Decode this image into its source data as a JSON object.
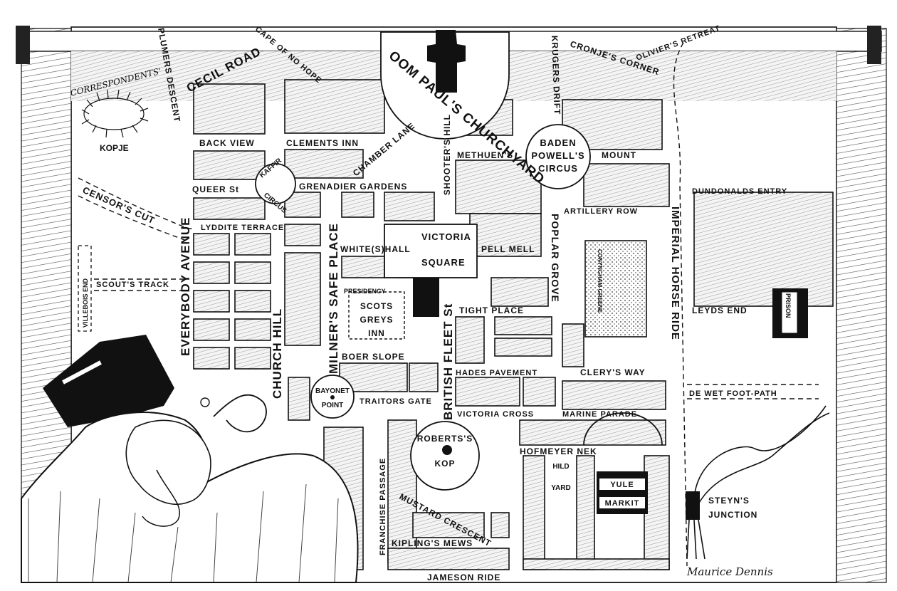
{
  "map": {
    "signature": "Maurice Dennis",
    "streets": {
      "plumers_descent": "PLUMERS DESCENT",
      "cecil_road": "CECIL ROAD",
      "cape_of_no_hope": "CAPE OF NO HOPE",
      "oom_pauls_churchyard": "OOM PAUL'S CHURCHYARD",
      "krugers_drift": "KRUGERS DRIFT",
      "cronjes_corner": "CRONJE'S CORNER",
      "oliviers_retreat": "OLIVIER'S RETREAT",
      "correspondents_kopje_1": "CORRESPONDENTS'",
      "correspondents_kopje_2": "KOPJE",
      "back_view": "BACK VIEW",
      "clements_inn": "CLEMENTS INN",
      "chamber_lane": "CHAMBER LANE",
      "shooters_hill": "SHOOTER'S HILL",
      "methuens_mount_1": "METHUEN'S",
      "methuens_mount_2": "MOUNT",
      "baden_1": "BADEN",
      "baden_2": "POWELL'S",
      "baden_3": "CIRCUS",
      "kaffir_circus_1": "KAFFIR",
      "kaffir_circus_2": "CIRCUS",
      "queer_st": "QUEER St",
      "grenadier_gardens": "GRENADIER GARDENS",
      "censors_cut": "CENSOR'S CUT",
      "lyddite_terrace": "LYDDITE TERRACE",
      "dundonalds_entry": "DUNDONALDS ENTRY",
      "artillery_row": "ARTILLERY ROW",
      "victoria": "VICTORIA",
      "square": "SQUARE",
      "whites_hall": "WHITE(S)HALL",
      "pell_mell": "PELL MELL",
      "conyngham_greene": "CONYNGHAM GREENE",
      "villebois_end": "VILLEBOIS END",
      "scouts_track": "SCOUT'S TRACK",
      "everybody_avenue": "EVERYBODY AVENUE",
      "church_hill": "CHURCH HILL",
      "milners_safe_place": "MILNER'S SAFE PLACE",
      "presidency": "PRESIDENCY",
      "scots": "SCOTS",
      "greys": "GREYS",
      "inn": "INN",
      "british_fleet_st": "BRITISH FLEET St",
      "tight_place": "TIGHT PLACE",
      "poplar_grove": "POPLAR GROVE",
      "imperial_horse_ride": "IMPERIAL HORSE RIDE",
      "prison": "PRISON",
      "leyds_end": "LEYDS END",
      "boer_slope": "BOER SLOPE",
      "hades_pavement": "HADES PAVEMENT",
      "clerys_way": "CLERY'S WAY",
      "bayonet_point_1": "BAYONET",
      "bayonet_point_2": "POINT",
      "traitors_gate": "TRAITORS GATE",
      "de_wet_foot_path": "DE WET FOOT-PATH",
      "victoria_cross": "VICTORIA CROSS",
      "marine_parade": "MARINE PARADE",
      "robertss_kop_1": "ROBERTS'S",
      "robertss_kop_2": "KOP",
      "hofmeyer_nek": "HOFMEYER NEK",
      "hild_1": "HILD",
      "hild_2": "YARD",
      "yule": "YULE",
      "markit": "MARKIT",
      "steyns_junction_1": "STEYN'S",
      "steyns_junction_2": "JUNCTION",
      "franchise_passage": "FRANCHISE PASSAGE",
      "mustard_crescent": "MUSTARD CRESCENT",
      "kiplings_mews": "KIPLING'S MEWS",
      "jameson_ride": "JAMESON RIDE"
    }
  }
}
